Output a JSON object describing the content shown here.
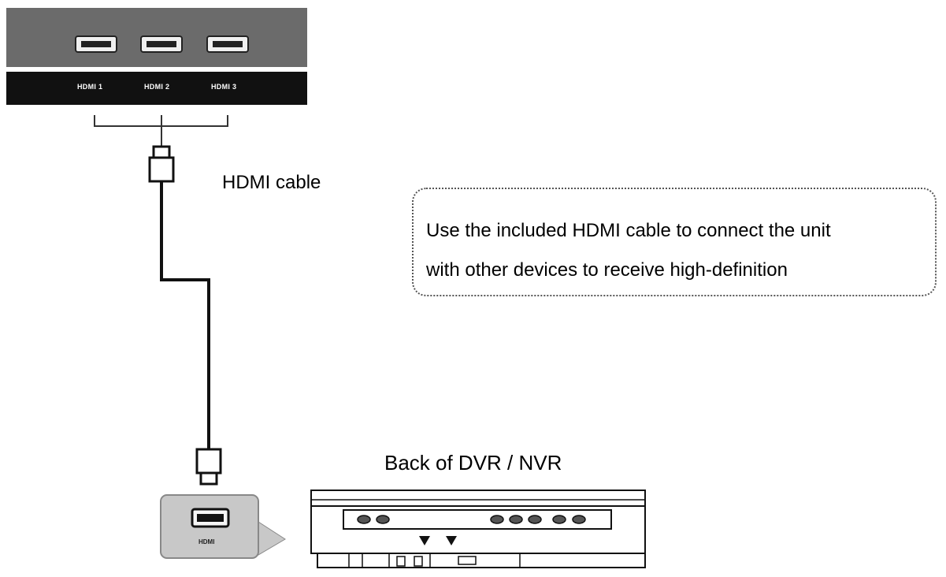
{
  "panel": {
    "ports": [
      "HDMI 1",
      "HDMI 2",
      "HDMI 3"
    ]
  },
  "cable_label": "HDMI cable",
  "note": {
    "line1": "Use the included HDMI cable to connect the unit",
    "line2": "with other devices to receive high-definition"
  },
  "dvr": {
    "label": "Back of DVR / NVR",
    "port_label": "HDMI"
  },
  "colors": {
    "panel_gray": "#6b6b6b",
    "label_strip": "#111111",
    "detail_gray": "#c8c8c8"
  }
}
